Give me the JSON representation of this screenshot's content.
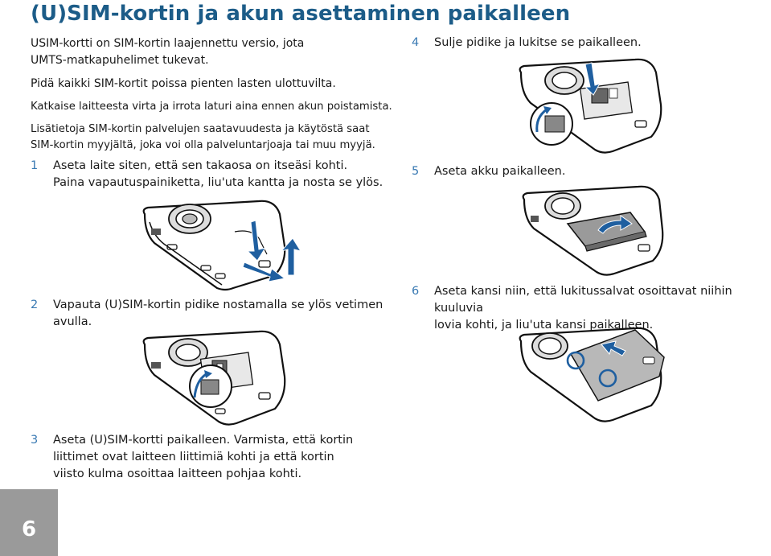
{
  "title": "(U)SIM-kortin ja akun asettaminen paikalleen",
  "intro": {
    "p1_line1": "USIM-kortti on SIM-kortin laajennettu versio, jota",
    "p1_line2": "UMTS-matkapuhelimet tukevat.",
    "p2": "Pidä kaikki SIM-kortit poissa pienten lasten ulottuvilta.",
    "p3": "Katkaise laitteesta virta ja irrota laturi aina ennen akun poistamista.",
    "p4_line1": "Lisätietoja SIM-kortin palvelujen saatavuudesta ja käytöstä saat",
    "p4_line2": "SIM-kortin myyjältä, joka voi olla palveluntarjoaja tai muu myyjä."
  },
  "steps": [
    {
      "num": "1",
      "lines": [
        "Aseta laite siten, että sen takaosa on itseäsi kohti.",
        "Paina vapautuspainiketta, liu'uta kantta ja nosta se ylös."
      ]
    },
    {
      "num": "2",
      "lines": [
        "Vapauta (U)SIM-kortin pidike nostamalla se ylös vetimen",
        "avulla."
      ]
    },
    {
      "num": "3",
      "lines": [
        "Aseta (U)SIM-kortti paikalleen. Varmista, että kortin",
        "liittimet ovat laitteen liittimiä kohti ja että kortin",
        "viisto kulma osoittaa laitteen pohjaa kohti."
      ]
    },
    {
      "num": "4",
      "lines": [
        "Sulje pidike ja lukitse se paikalleen."
      ]
    },
    {
      "num": "5",
      "lines": [
        "Aseta akku paikalleen."
      ]
    },
    {
      "num": "6",
      "lines": [
        "Aseta kansi niin, että lukitussalvat osoittavat niihin kuuluvia",
        "lovia kohti, ja liu'uta kansi paikalleen."
      ]
    }
  ],
  "page_number": "6",
  "colors": {
    "accent": "#1c5c88",
    "step_number": "#3a7ab3",
    "arrow": "#1f5fa0",
    "page_tab": "#9a9a9a"
  }
}
